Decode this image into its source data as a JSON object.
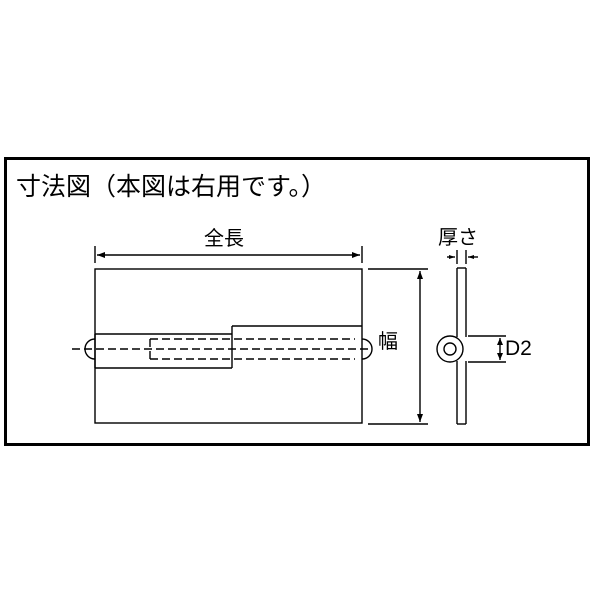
{
  "title": "寸法図（本図は右用です。）",
  "dimensions": {
    "overall_length": "全長",
    "thickness": "厚さ",
    "width": "幅",
    "pin_diameter": "D2"
  }
}
